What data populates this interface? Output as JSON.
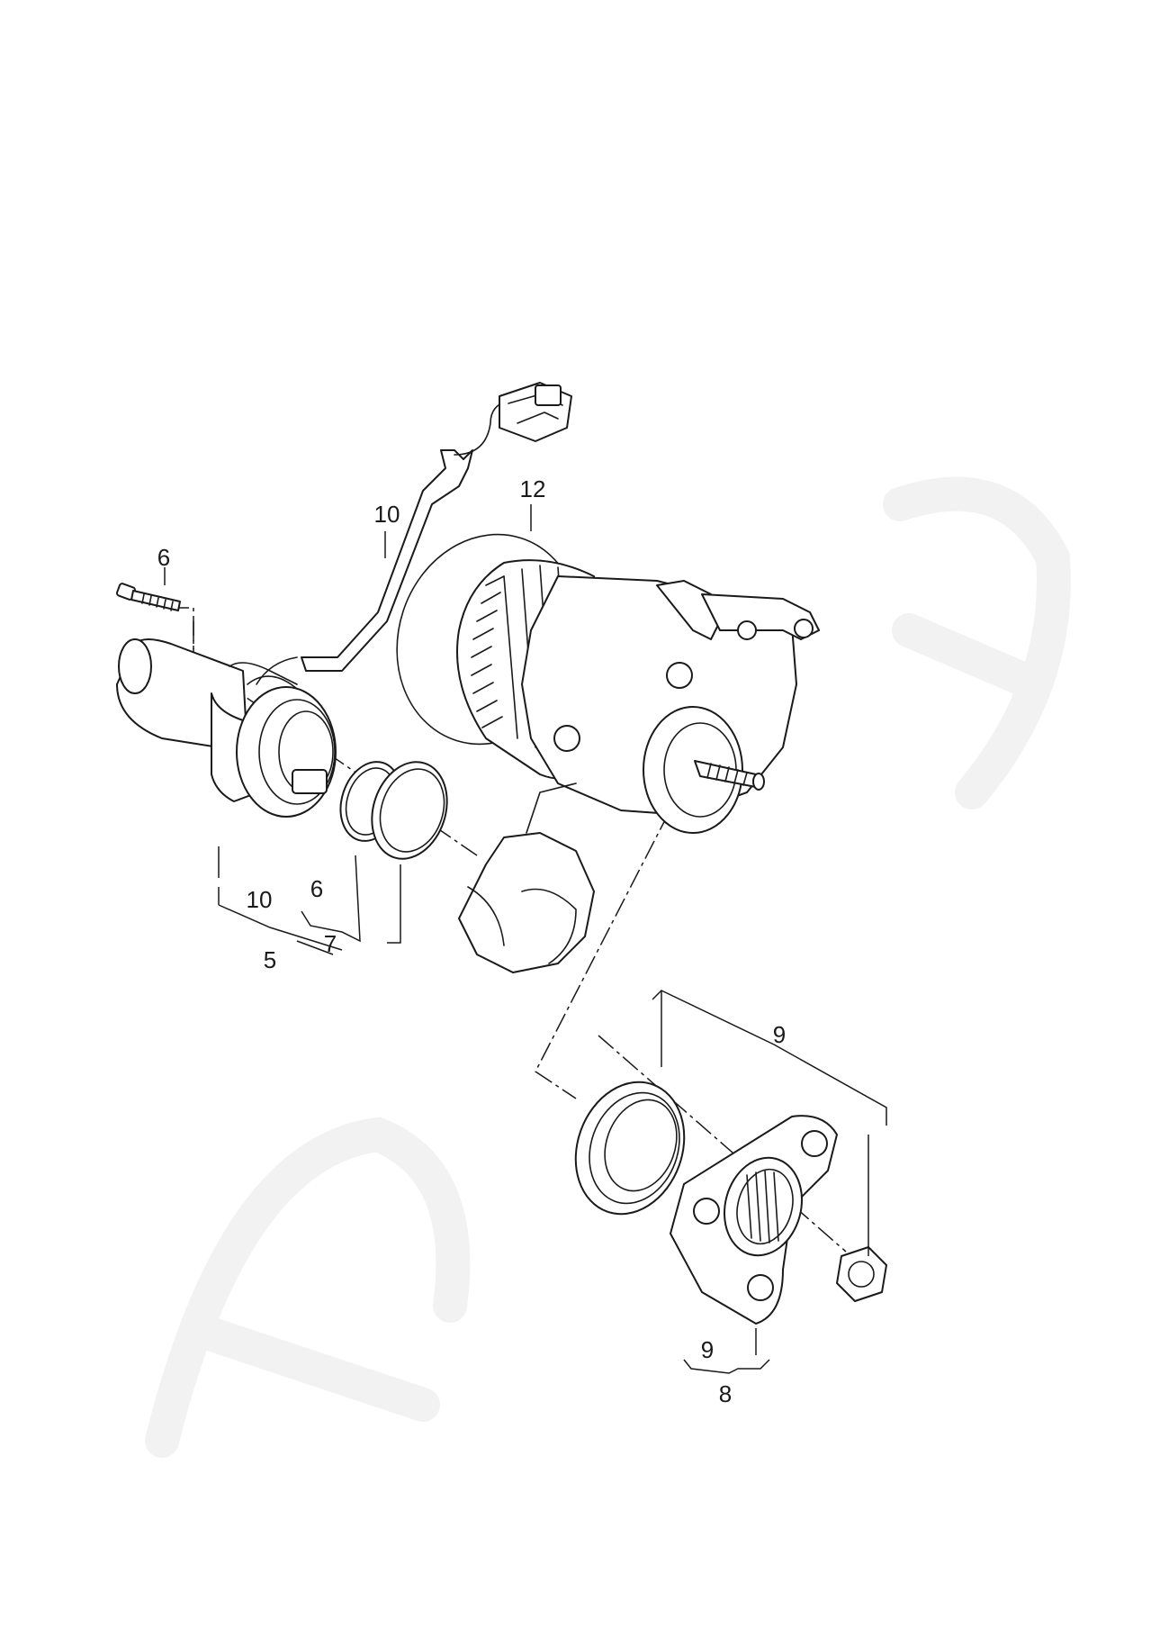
{
  "callouts": {
    "c12": "12",
    "c10_top": "10",
    "c6_top": "6",
    "c10_bottom": "10",
    "c6_bottom": "6",
    "c7": "7",
    "c5": "5",
    "c9_top": "9",
    "c9_bottom": "9",
    "c8": "8"
  },
  "colors": {
    "line": "#1a1a1a",
    "background": "#ffffff",
    "watermark": "#f2f2f2"
  }
}
